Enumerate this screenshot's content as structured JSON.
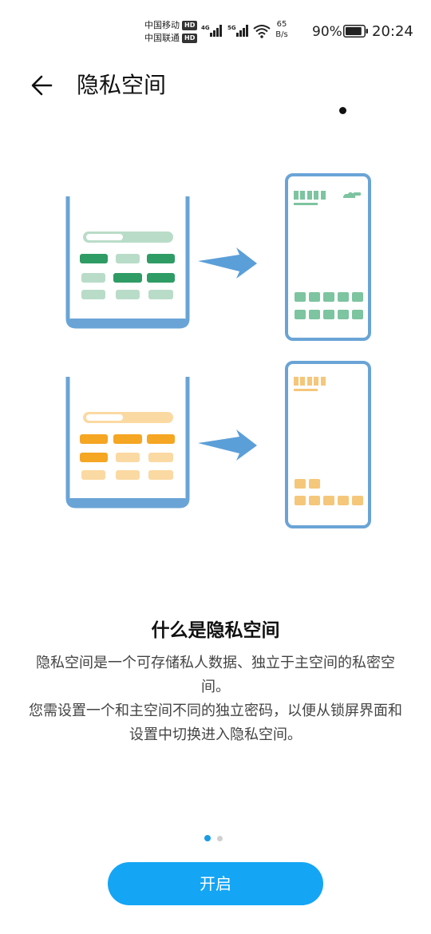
{
  "status_bar": {
    "carrier1": "中国移动",
    "carrier2": "中国联通",
    "hd_badge": "HD",
    "net_4g": "4G",
    "net_5g": "5G",
    "speed_value": "65",
    "speed_unit": "B/s",
    "battery": "90%",
    "battery_level": 0.9,
    "time": "20:24"
  },
  "header": {
    "title": "隐私空间"
  },
  "intro": {
    "heading": "什么是隐私空间",
    "line1": "隐私空间是一个可存储私人数据、独立于主空间的私密空间。",
    "line2": "您需设置一个和主空间不同的独立密码，以便从锁屏界面和设置中切换进入隐私空间。"
  },
  "pager": {
    "total": 2,
    "current": 1
  },
  "actions": {
    "open_label": "开启"
  },
  "colors": {
    "accent": "#14a5f5",
    "green_dark": "#2e9c64",
    "green_light": "#b9dcc8",
    "orange_dark": "#f5a623",
    "orange_light": "#fbd9a2",
    "frame": "#6aa4d6"
  }
}
